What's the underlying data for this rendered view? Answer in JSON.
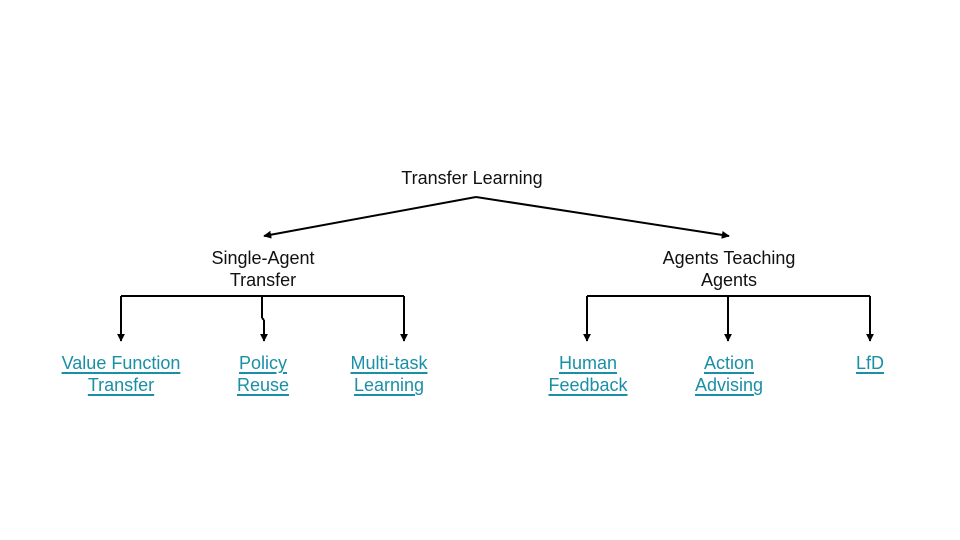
{
  "accent_link_color": "#1a8fa6",
  "line_color": "#000000",
  "root": {
    "label": "Transfer Learning"
  },
  "branches": [
    {
      "label_line1": "Single-Agent",
      "label_line2": "Transfer",
      "children": [
        {
          "label_line1": "Value Function",
          "label_line2": "Transfer"
        },
        {
          "label_line1": "Policy",
          "label_line2": "Reuse"
        },
        {
          "label_line1": "Multi-task",
          "label_line2": "Learning"
        }
      ]
    },
    {
      "label_line1": "Agents Teaching",
      "label_line2": "Agents",
      "children": [
        {
          "label_line1": "Human",
          "label_line2": "Feedback"
        },
        {
          "label_line1": "Action",
          "label_line2": "Advising"
        },
        {
          "label_line1": "LfD",
          "label_line2": ""
        }
      ]
    }
  ]
}
